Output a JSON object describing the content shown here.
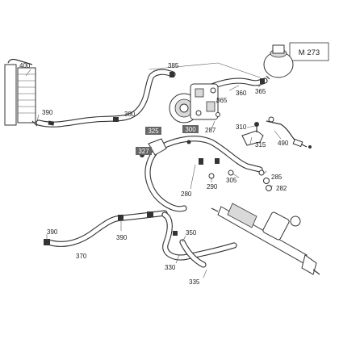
{
  "model_tag": "M 273",
  "labels": {
    "p400": "400",
    "p390a": "390",
    "p380": "380",
    "p385": "385",
    "p365a": "365",
    "p360": "360",
    "p365b": "365",
    "p325": "325",
    "p300": "300",
    "p287": "287",
    "p310": "310",
    "p315": "315",
    "p490": "490",
    "p327": "327",
    "p280": "280",
    "p305": "305",
    "p290": "290",
    "p285": "285",
    "p282": "282",
    "p390b": "390",
    "p390c": "390",
    "p370": "370",
    "p350": "350",
    "p330": "330",
    "p335": "335"
  }
}
